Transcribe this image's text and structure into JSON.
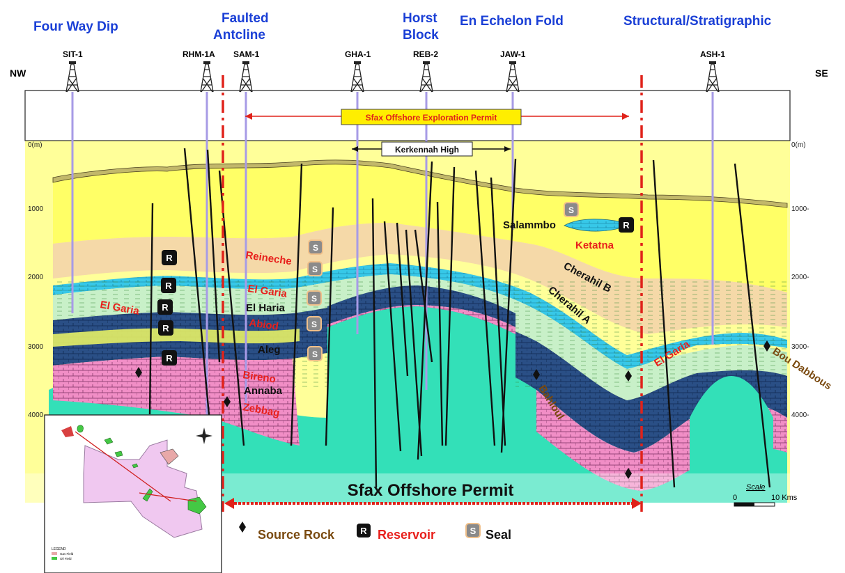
{
  "structure_types": [
    "Four Way Dip",
    "Faulted",
    "Antcline",
    "Horst",
    "Block",
    "En Echelon Fold",
    "Structural/Stratigraphic"
  ],
  "wells": [
    "SIT-1",
    "RHM-1A",
    "SAM-1",
    "GHA-1",
    "REB-2",
    "JAW-1",
    "ASH-1"
  ],
  "orientation": {
    "left": "NW",
    "right": "SE"
  },
  "depth_ticks": [
    "0(m)",
    "1000",
    "2000",
    "3000",
    "4000"
  ],
  "depth_ticks_right": [
    "0(m)",
    "1000-",
    "2000-",
    "3000-",
    "4000-"
  ],
  "permit_label": "Sfax Offshore Exploration Permit",
  "high_label": "Kerkennah High",
  "bottom_permit_label": "Sfax Offshore Permit",
  "formations": {
    "reineche": "Reineche",
    "el_garia": "El Garia",
    "el_haria": "El Haria",
    "abiod": "Abiod",
    "aleg": "Aleg",
    "bireno": "Bireno",
    "annaba": "Annaba",
    "zebbag": "Zebbag",
    "salammbo": "Salammbo",
    "ketatna": "Ketatna",
    "cherahil_b": "Cherahil B",
    "cherahil_a": "Cherahil A",
    "bahloul": "Bahloul",
    "bou_dabbous": "Bou Dabbous"
  },
  "symbols": {
    "reservoir": "R",
    "seal": "S"
  },
  "legend": {
    "source_rock": "Source Rock",
    "reservoir": "Reservoir",
    "seal": "Seal"
  },
  "scale": {
    "title": "Scale",
    "zero": "0",
    "ten": "10 Kms"
  },
  "colors": {
    "title_blue": "#1a3fd6",
    "formation_red": "#e8201c",
    "source_brown": "#7a4a10",
    "permit_box": "#ffee00",
    "yellow_top": "#ffff99",
    "yellow_mid": "#ffff66",
    "tan": "#f5d9a8",
    "teal": "#33e0b8",
    "dark_blue": "#2a4f86",
    "pink": "#f18ec6",
    "cyan": "#37c8e8",
    "light_green": "#c8f0c8",
    "olive_bright": "#e6ef66",
    "well_line": "#a79be6",
    "dashdot_red": "#e0221a"
  },
  "inset_map": {
    "legend_title": "LEGEND",
    "gas_field": "Gas Field",
    "oil_field": "Oil Field"
  }
}
